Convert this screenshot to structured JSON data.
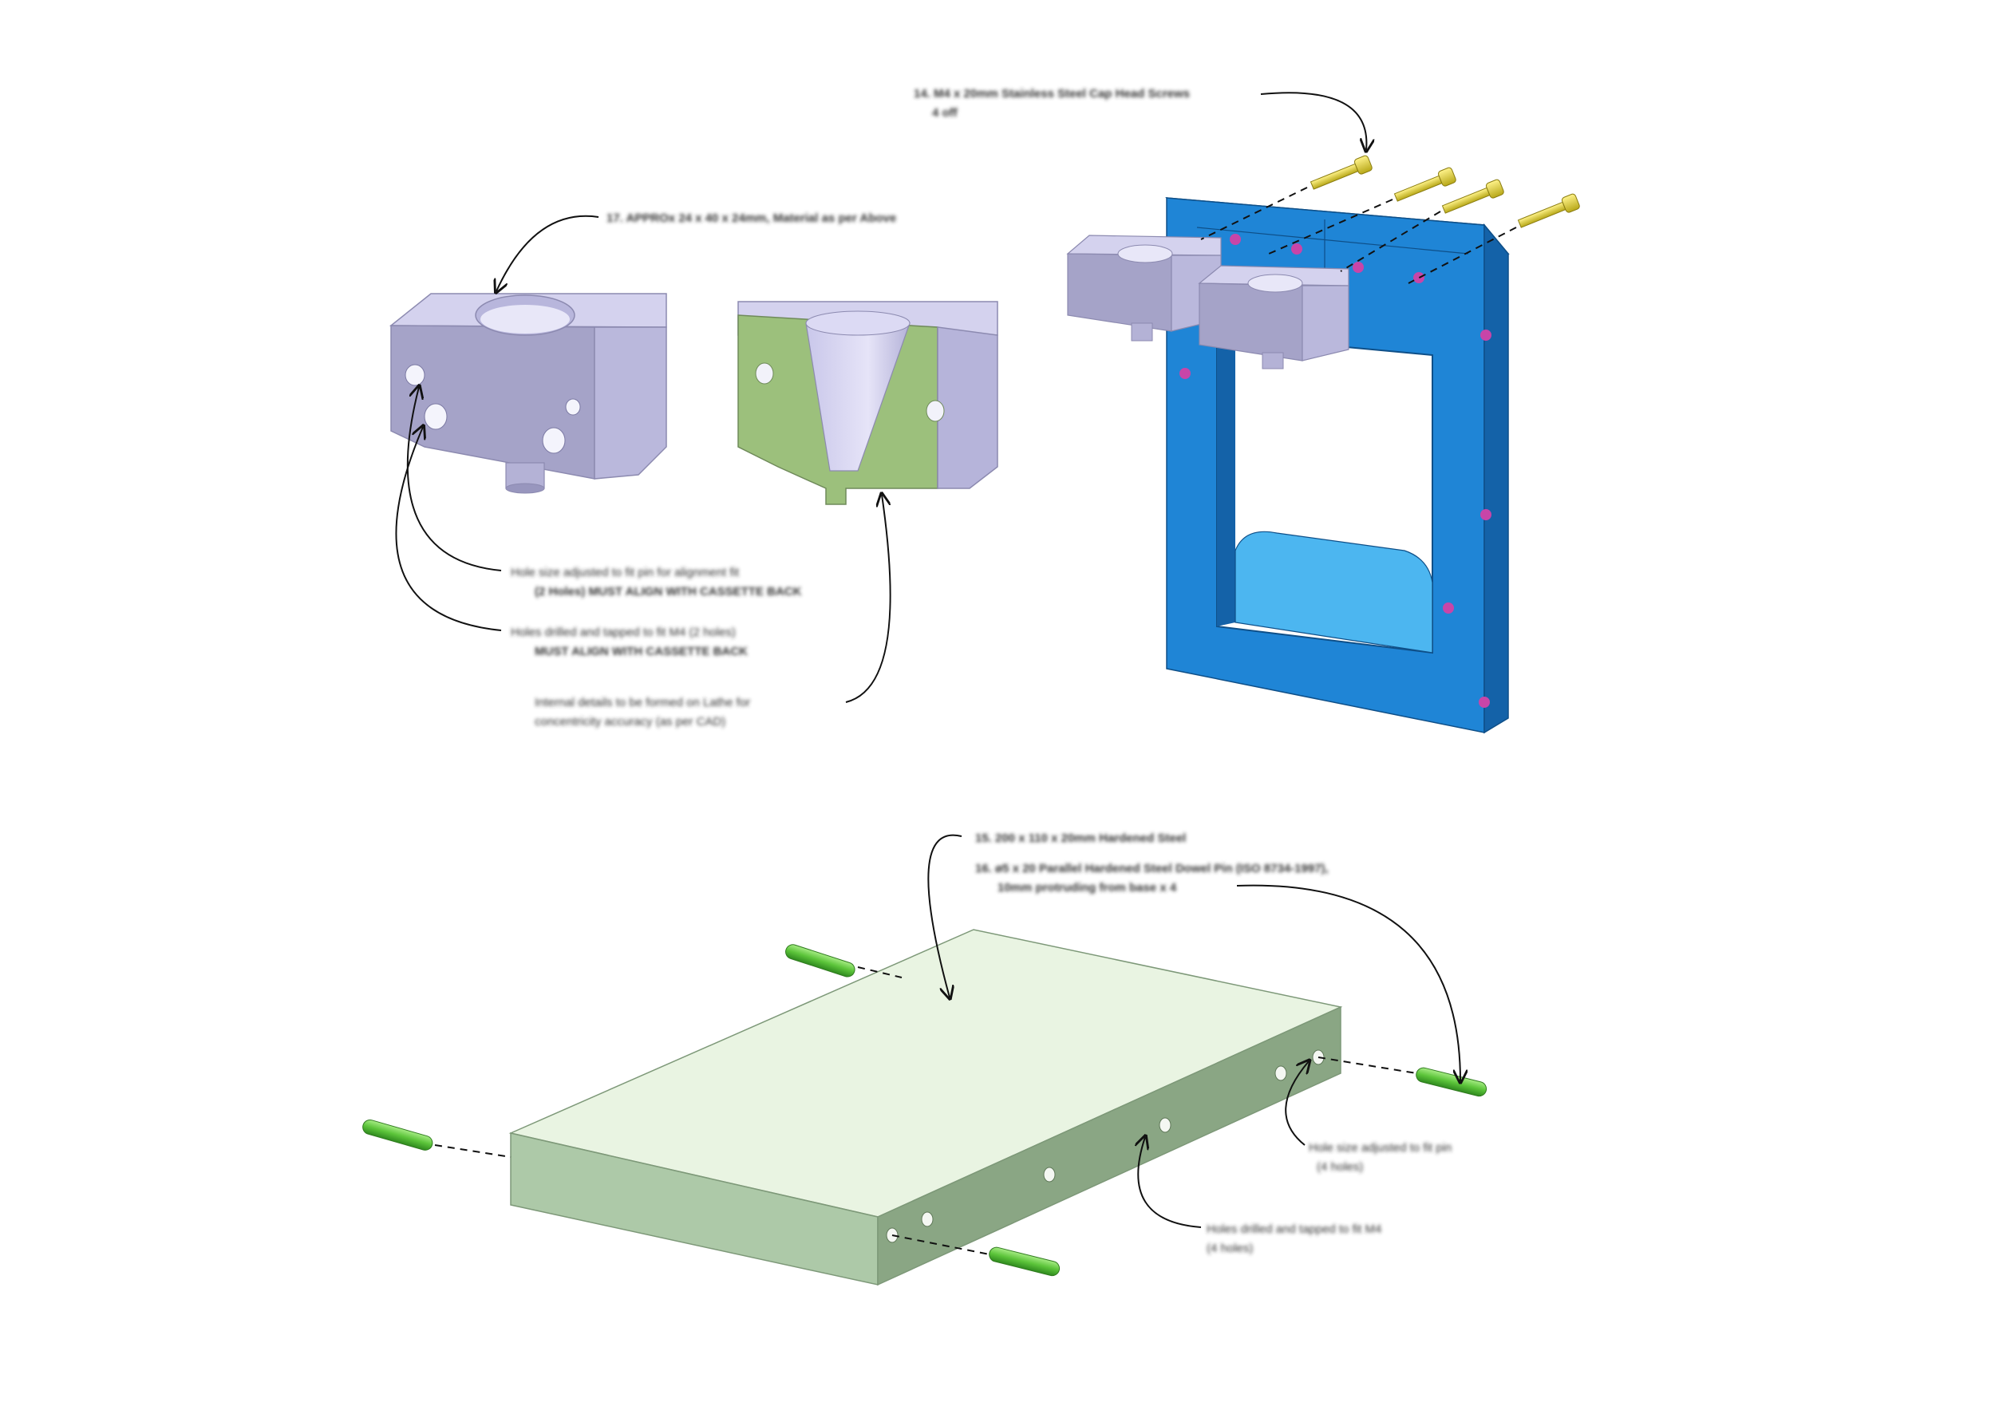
{
  "annotations": {
    "screws": {
      "line1": "14. M4 x 20mm Stainless Steel Cap Head Screws",
      "line2": "4 off"
    },
    "block": {
      "line1": "17. APPROx 24 x 40 x 24mm, Material as per Above"
    },
    "alignment_holes": {
      "line1": "Hole size adjusted to fit pin for alignment fit",
      "line2": "(2 Holes) MUST ALIGN WITH CASSETTE BACK"
    },
    "tapped_holes": {
      "line1": "Holes drilled and tapped to fit M4 (2 holes)",
      "line2": "MUST ALIGN WITH CASSETTE BACK"
    },
    "internal_detail": {
      "line1": "Internal details to be formed on Lathe for",
      "line2": "concentricity accuracy (as per CAD)"
    },
    "plate": {
      "line1": "15.  200 x 110 x 20mm Hardened Steel"
    },
    "dowel_pins": {
      "line1": "16.  ø5 x 20 Parallel Hardened Steel Dowel Pin (ISO 8734-1997),",
      "line2": "10mm protruding from base x 4"
    },
    "plate_pin_holes": {
      "line1": "Hole size adjusted to fit pin",
      "line2": "(4 holes)"
    },
    "plate_tapped_holes": {
      "line1": "Holes drilled and tapped to fit M4",
      "line2": "(4 holes)"
    }
  },
  "colors": {
    "block_top": "#d4d2ee",
    "block_front": "#a5a3c8",
    "block_side": "#bab8dc",
    "section_face": "#9cc07c",
    "frame_front": "#1f85d6",
    "frame_light": "#5ab2ee",
    "frame_dark": "#1462a8",
    "screw": "#e6dc3c",
    "screw_hole": "#c845a8",
    "plate_top": "#e9f4e2",
    "plate_front": "#adc9a8",
    "plate_side": "#8aa684",
    "pin": "#6ed04a",
    "pin_dark": "#3f9a2a"
  }
}
